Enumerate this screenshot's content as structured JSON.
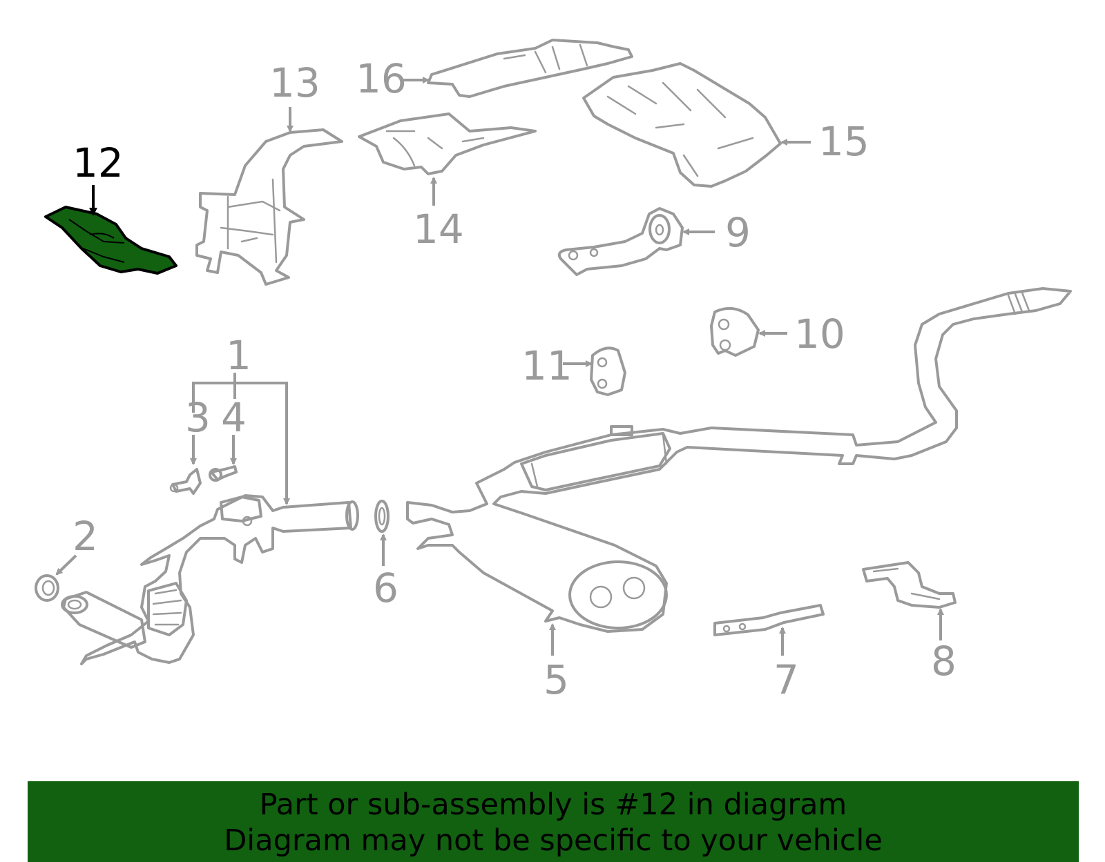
{
  "highlight_color": "#116111",
  "highlighted_part": "12",
  "callouts": {
    "c1": "1",
    "c2": "2",
    "c3": "3",
    "c4": "4",
    "c5": "5",
    "c6": "6",
    "c7": "7",
    "c8": "8",
    "c9": "9",
    "c10": "10",
    "c11": "11",
    "c12": "12",
    "c13": "13",
    "c14": "14",
    "c15": "15",
    "c16": "16"
  },
  "banner": {
    "line1": "Part or sub-assembly is #12 in diagram",
    "line2": "Diagram may not be specific to your vehicle"
  }
}
